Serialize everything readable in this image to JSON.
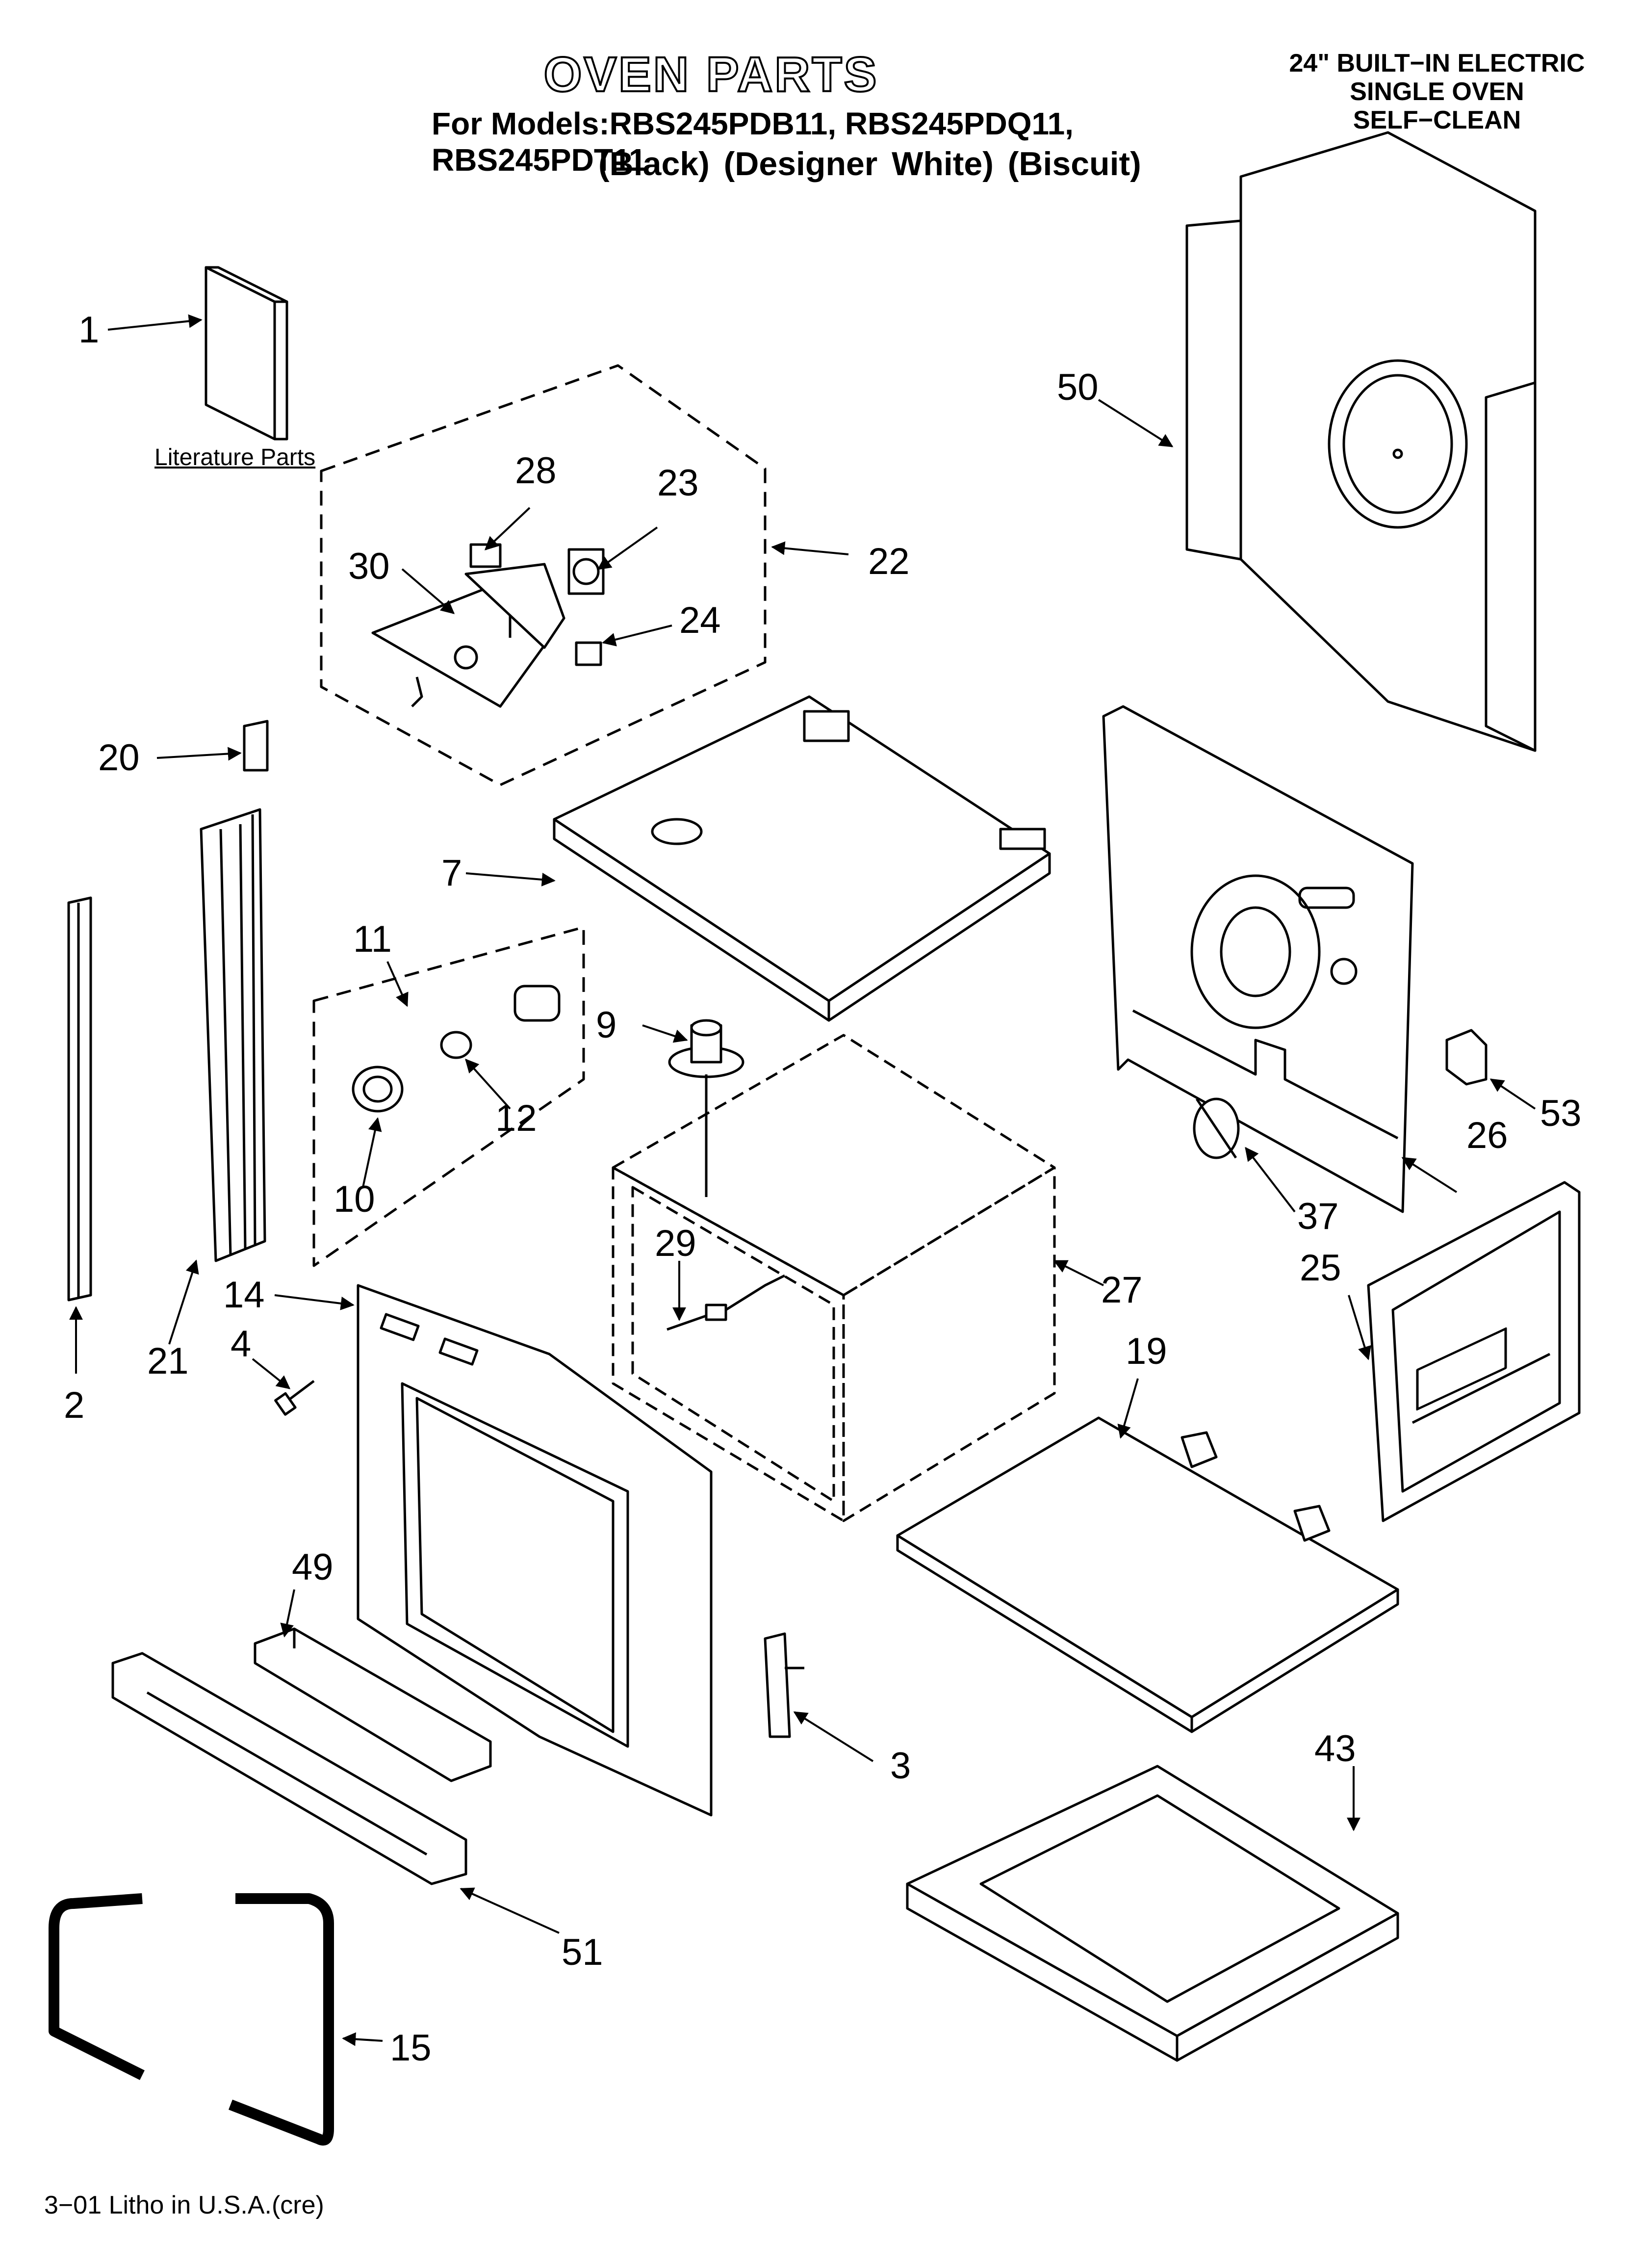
{
  "header": {
    "title": "OVEN PARTS",
    "models": "For Models:RBS245PDB11, RBS245PDQ11, RBS245PDT11",
    "colors": "(Black)  (Designer White)  (Biscuit)",
    "type_lines": [
      "24\" BUILT−IN ELECTRIC",
      "SINGLE OVEN",
      "SELF−CLEAN"
    ]
  },
  "literature_label": "Literature Parts",
  "footer": "3−01 Litho in U.S.A.(cre)",
  "callouts": [
    "1",
    "2",
    "3",
    "4",
    "7",
    "9",
    "10",
    "11",
    "12",
    "14",
    "15",
    "19",
    "20",
    "21",
    "22",
    "23",
    "24",
    "25",
    "26",
    "27",
    "28",
    "29",
    "30",
    "37",
    "43",
    "49",
    "50",
    "51",
    "53"
  ]
}
